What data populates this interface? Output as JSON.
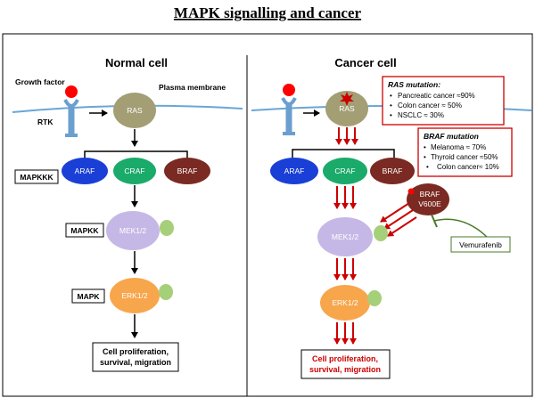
{
  "title": "MAPK signalling and cancer",
  "normal": {
    "heading": "Normal cell",
    "growth_factor": "Growth factor",
    "plasma_membrane": "Plasma membrane",
    "rtk": "RTK",
    "ras": "RAS",
    "araf": "ARAF",
    "craf": "CRAF",
    "braf": "BRAF",
    "mek": "MEK1/2",
    "erk": "ERK1/2",
    "mapkkk": "MAPKKK",
    "mapkk": "MAPKK",
    "mapk": "MAPK",
    "outcome_line1": "Cell proliferation,",
    "outcome_line2": "survival, migration"
  },
  "cancer": {
    "heading": "Cancer cell",
    "ras": "RAS",
    "araf": "ARAF",
    "craf": "CRAF",
    "braf": "BRAF",
    "braf_v600e_line1": "BRAF",
    "braf_v600e_line2": "V600E",
    "mek": "MEK1/2",
    "erk": "ERK1/2",
    "vemurafenib": "Vemurafenib",
    "outcome_line1": "Cell proliferation,",
    "outcome_line2": "survival, migration",
    "ras_box": {
      "heading": "RAS mutation:",
      "items": [
        "Pancreatic cancer ≈90%",
        "Colon cancer ≈ 50%",
        "NSCLC ≈ 30%"
      ]
    },
    "braf_box": {
      "heading": "BRAF mutation",
      "items": [
        "Melanoma ≈ 70%",
        "Thyroid cancer ≈50%",
        "Colon cancer≈ 10%"
      ]
    }
  },
  "colors": {
    "ras": "#a39e74",
    "araf": "#1a3fd6",
    "craf": "#1aaa6a",
    "braf": "#7a2a22",
    "mek": "#c6b8e6",
    "erk": "#f7a64c",
    "phospho": "#a6cf7a",
    "receptor": "#6a9fd0",
    "ligand": "#ff0000",
    "membrane": "#6aa6d6",
    "red_arrow": "#cc0000",
    "red_box": "#cc0000",
    "green_line": "#4a7a2a"
  }
}
